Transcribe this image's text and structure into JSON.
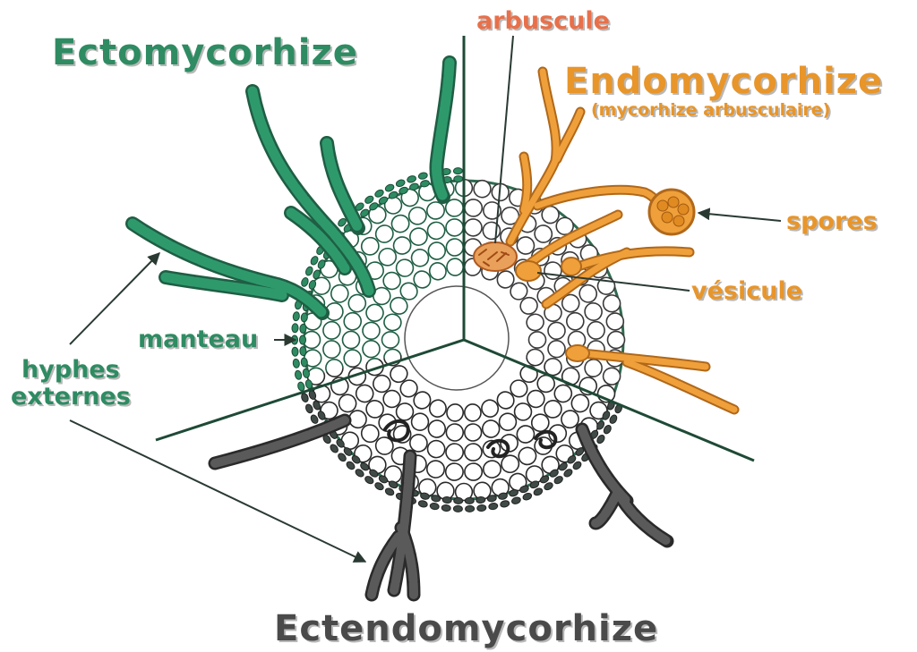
{
  "labels": {
    "ecto": "Ectomycorhize",
    "endo": "Endomycorhize",
    "endo_sub": "(mycorhize arbusculaire)",
    "ectendo": "Ectendomycorhize",
    "arbuscule": "arbuscule",
    "spores": "spores",
    "vesicule": "vésicule",
    "manteau": "manteau",
    "hyphes_line1": "hyphes",
    "hyphes_line2": "externes"
  },
  "colors": {
    "ecto": "#2e8b62",
    "endo": "#e8952a",
    "ectendo": "#4a4a4a",
    "arbuscule": "#e8704a",
    "cell_outline": "#3a3a3a",
    "axis": "#1e4a36"
  }
}
